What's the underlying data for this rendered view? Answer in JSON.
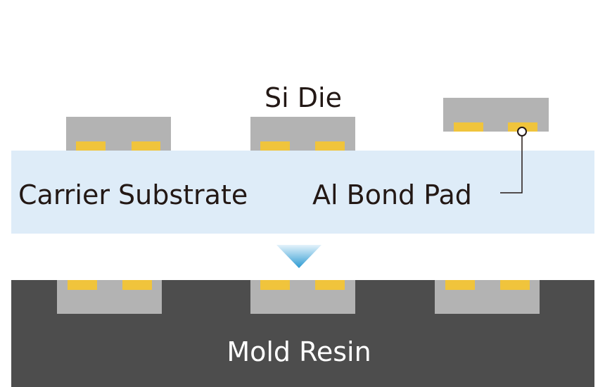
{
  "labels": {
    "si_die": "Si Die",
    "carrier_substrate": "Carrier Substrate",
    "al_bond_pad": "Al Bond Pad",
    "mold_resin": "Mold Resin"
  },
  "colors": {
    "die": "#b3b3b3",
    "bond_pad": "#f0c43c",
    "substrate": "#deecf8",
    "mold_resin": "#4d4d4d",
    "arrow_top": "#e4f2fb",
    "arrow_bottom": "#2c9ad2",
    "text_dark": "#231815",
    "text_light": "#ffffff",
    "leader_line": "#231815"
  },
  "icons": {
    "process_arrow": "down-triangle-arrow-icon"
  }
}
